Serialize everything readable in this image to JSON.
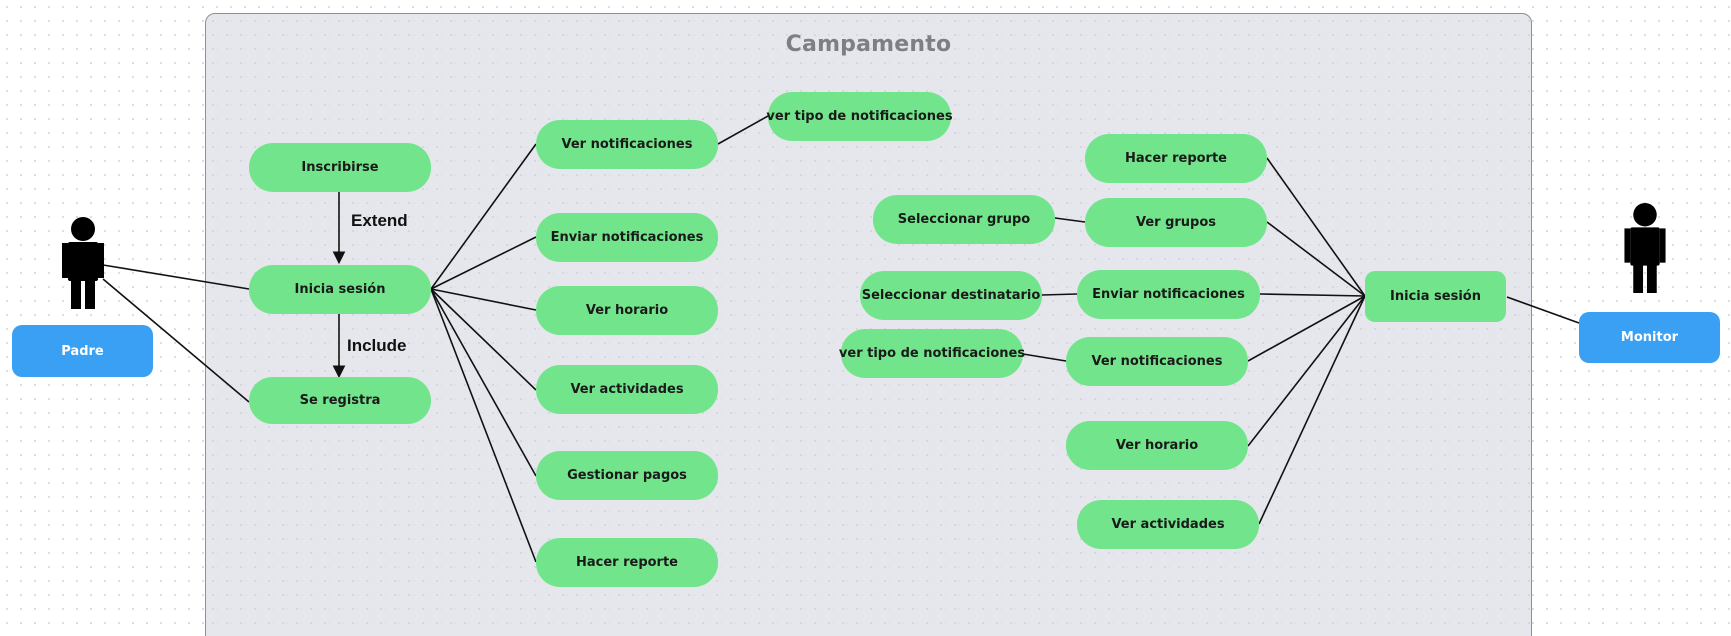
{
  "diagram": {
    "system_title": "Campamento",
    "actors": {
      "padre": {
        "label": "Padre"
      },
      "monitor": {
        "label": "Monitor"
      }
    },
    "relations": {
      "extend": "Extend",
      "include": "Include"
    },
    "padre_use_cases": {
      "inscribirse": "Inscribirse",
      "inicia_sesion": "Inicia sesión",
      "se_registra": "Se registra",
      "ver_notificaciones": "Ver notificaciones",
      "ver_tipo_notificaciones": "ver tipo de notificaciones",
      "enviar_notificaciones": "Enviar notificaciones",
      "ver_horario": "Ver horario",
      "ver_actividades": "Ver actividades",
      "gestionar_pagos": "Gestionar pagos",
      "hacer_reporte": "Hacer reporte"
    },
    "monitor_use_cases": {
      "hacer_reporte": "Hacer reporte",
      "seleccionar_grupo": "Seleccionar grupo",
      "ver_grupos": "Ver grupos",
      "seleccionar_destinatario": "Seleccionar destinatario",
      "enviar_notificaciones": "Enviar notificaciones",
      "ver_tipo_notificaciones": "ver tipo de notificaciones",
      "ver_notificaciones": "Ver notificaciones",
      "inicia_sesion": "Inicia sesión",
      "ver_horario": "Ver horario",
      "ver_actividades": "Ver actividades"
    },
    "colors": {
      "use_case_fill": "#72e58c",
      "actor_label_fill": "#3aa0f3",
      "line": "#111111",
      "system_border": "#8e9096"
    }
  }
}
